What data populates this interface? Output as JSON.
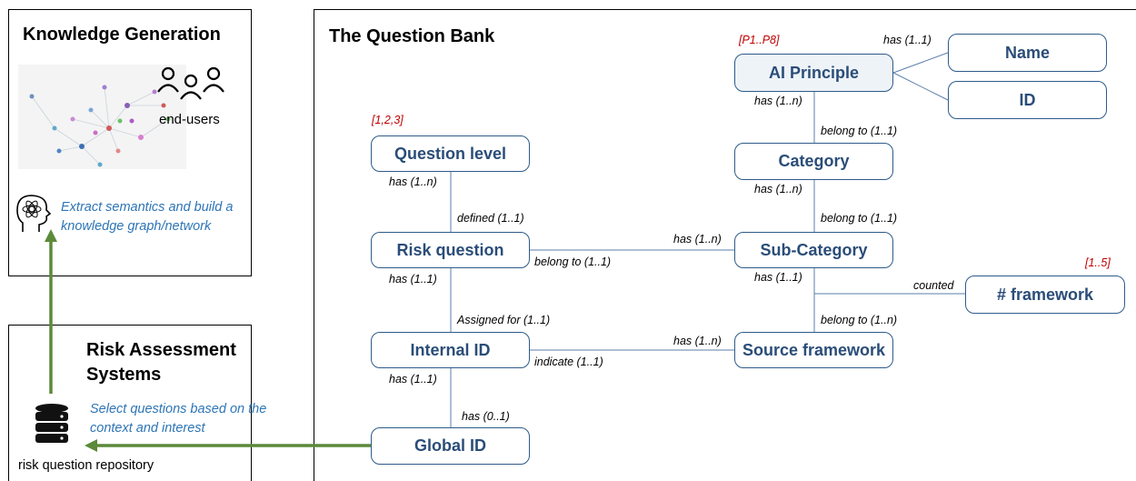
{
  "knowledge_panel": {
    "title": "Knowledge Generation",
    "users_label": "end-users",
    "description": "Extract semantics and build a knowledge graph/network"
  },
  "risk_panel": {
    "title_line1": "Risk Assessment",
    "title_line2": "Systems",
    "description": "Select questions based on the context and interest",
    "repository_label": "risk question repository"
  },
  "bank": {
    "title": "The Question Bank",
    "nodes": {
      "ai_principle": "AI Principle",
      "name": "Name",
      "id": "ID",
      "category": "Category",
      "sub_category": "Sub-Category",
      "framework_count": "# framework",
      "source_framework": "Source framework",
      "question_level": "Question level",
      "risk_question": "Risk question",
      "internal_id": "Internal ID",
      "global_id": "Global ID"
    },
    "ranges": {
      "principles": "[P1..P8]",
      "levels": "[1,2,3]",
      "frameworks": "[1..5]"
    },
    "edges": {
      "principle_has_attr": "has (1..1)",
      "principle_has_category": "has (1..n)",
      "category_belongs": "belong to (1..1)",
      "category_has_sub": "has (1..n)",
      "sub_belongs": "belong to (1..1)",
      "sub_has_question": "has (1..n)",
      "question_belongs": "belong to (1..1)",
      "sub_has_framework": "has (1..1)",
      "counted": "counted",
      "framework_belongs": "belong to (1..n)",
      "framework_has_internal": "has (1..n)",
      "internal_indicate": "indicate (1..1)",
      "level_has": "has (1..n)",
      "question_defined": "defined (1..1)",
      "question_has": "has (1..1)",
      "internal_assigned": "Assigned for (1..1)",
      "internal_has": "has (1..1)",
      "global_has": "has (0..1)"
    }
  },
  "colors": {
    "node_border": "#2e5b8a",
    "node_text": "#2a4d78",
    "range_text": "#c00000",
    "note_text": "#2e75b6",
    "flow_arrow": "#5b8a3a"
  }
}
